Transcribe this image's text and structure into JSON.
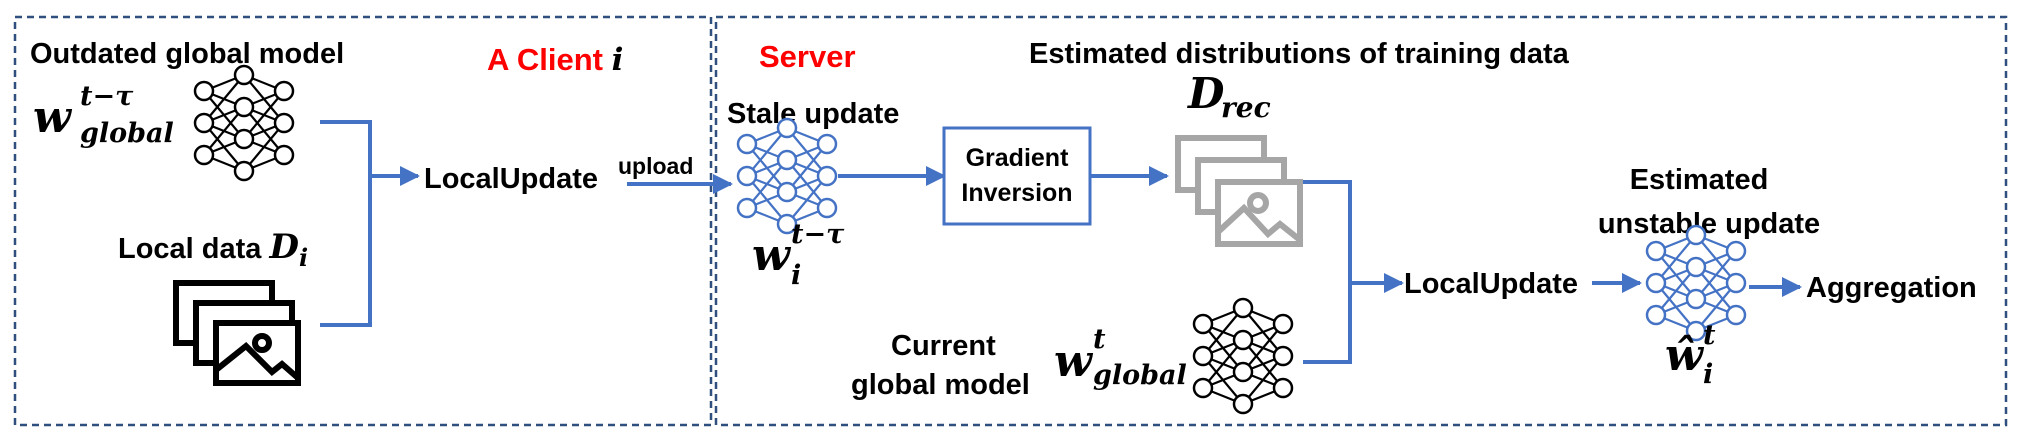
{
  "client": {
    "title_prefix": "A Client ",
    "title_var": "i",
    "outdated_label": "Outdated global model",
    "outdated_weight": {
      "base": "w",
      "sup": "t−τ",
      "sub": "global"
    },
    "local_data_label": "Local data ",
    "local_data_var": {
      "base": "D",
      "sub": "i"
    },
    "localupdate": "LocalUpdate",
    "upload": "upload"
  },
  "server": {
    "title": "Server",
    "estimated_title": "Estimated distributions of training data",
    "stale_label": "Stale update",
    "stale_weight": {
      "base": "w",
      "sup": "t−τ",
      "sub": "i"
    },
    "gradient_inversion": [
      "Gradient",
      "Inversion"
    ],
    "drec": {
      "base": "D",
      "sub": "rec"
    },
    "current_label": [
      "Current",
      "global model"
    ],
    "current_weight": {
      "base": "w",
      "sup": "t",
      "sub": "global"
    },
    "localupdate": "LocalUpdate",
    "estimated_unstable": [
      "Estimated",
      "unstable update"
    ],
    "est_weight": {
      "base": "ŵ",
      "sup": "t",
      "sub": "i"
    },
    "aggregation": "Aggregation"
  },
  "colors": {
    "arrow": "#4472c4",
    "border": "#2f4f7f",
    "server_accent": "#ff0000",
    "image_gray": "#a6a6a6",
    "image_black": "#000000"
  }
}
